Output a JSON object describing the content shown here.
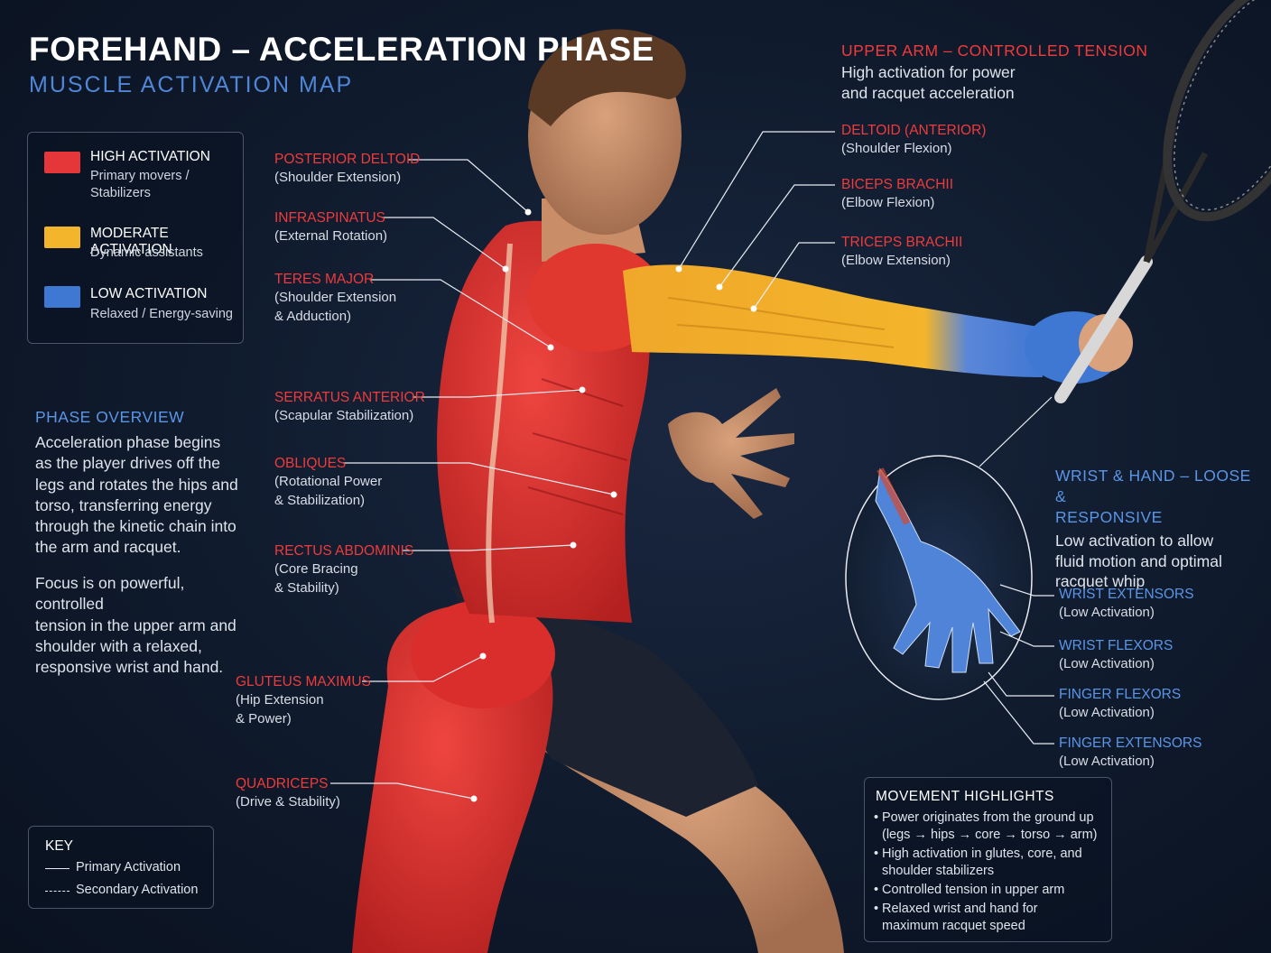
{
  "header": {
    "title": "FOREHAND – ACCELERATION PHASE",
    "subtitle": "MUSCLE ACTIVATION MAP"
  },
  "colors": {
    "high": "#e5373a",
    "moderate": "#f3b52b",
    "low": "#3f78d2",
    "accent_red": "#ef3b3b",
    "accent_blue": "#5b95e6",
    "background": "#0d1626"
  },
  "legend": {
    "items": [
      {
        "title": "HIGH ACTIVATION",
        "desc_line1": "Primary movers /",
        "desc_line2": "Stabilizers"
      },
      {
        "title": "MODERATE ACTIVATION",
        "desc_line1": "Dynamic assistants"
      },
      {
        "title": "LOW ACTIVATION",
        "desc_line1": "Relaxed / Energy-saving"
      }
    ]
  },
  "overview": {
    "heading": "PHASE OVERVIEW",
    "para1": [
      "Acceleration phase begins",
      "as the player drives off the",
      "legs and rotates the hips and",
      "torso, transferring energy",
      "through the kinetic chain into",
      "the arm and racquet."
    ],
    "para2": [
      "Focus is on powerful, controlled",
      "tension in the upper arm and",
      "shoulder with a relaxed,",
      "responsive wrist and hand."
    ]
  },
  "key": {
    "heading": "KEY",
    "primary": "Primary Activation",
    "secondary": "Secondary Activation"
  },
  "left_labels": [
    {
      "name": "POSTERIOR DELTOID",
      "sub": [
        "(Shoulder Extension)"
      ]
    },
    {
      "name": "INFRASPINATUS",
      "sub": [
        "(External Rotation)"
      ]
    },
    {
      "name": "TERES MAJOR",
      "sub": [
        "(Shoulder Extension",
        "& Adduction)"
      ]
    },
    {
      "name": "SERRATUS ANTERIOR",
      "sub": [
        "(Scapular Stabilization)"
      ]
    },
    {
      "name": "OBLIQUES",
      "sub": [
        "(Rotational Power",
        "& Stabilization)"
      ]
    },
    {
      "name": "RECTUS ABDOMINIS",
      "sub": [
        "(Core Bracing",
        "& Stability)"
      ]
    },
    {
      "name": "GLUTEUS MAXIMUS",
      "sub": [
        "(Hip Extension",
        "& Power)"
      ]
    },
    {
      "name": "QUADRICEPS",
      "sub": [
        "(Drive & Stability)"
      ]
    }
  ],
  "upper_arm": {
    "heading": "UPPER ARM – CONTROLLED TENSION",
    "desc": [
      "High activation for power",
      "and racquet acceleration"
    ]
  },
  "right_labels": [
    {
      "name": "DELTOID (ANTERIOR)",
      "sub": "(Shoulder Flexion)"
    },
    {
      "name": "BICEPS BRACHII",
      "sub": "(Elbow Flexion)"
    },
    {
      "name": "TRICEPS BRACHII",
      "sub": "(Elbow Extension)"
    }
  ],
  "wrist": {
    "heading": [
      "WRIST & HAND – LOOSE &",
      "RESPONSIVE"
    ],
    "desc": [
      "Low activation to allow",
      "fluid motion and optimal",
      "racquet whip"
    ],
    "labels": [
      {
        "name": "WRIST EXTENSORS",
        "sub": "(Low Activation)"
      },
      {
        "name": "WRIST FLEXORS",
        "sub": "(Low Activation)"
      },
      {
        "name": "FINGER FLEXORS",
        "sub": "(Low Activation)"
      },
      {
        "name": "FINGER EXTENSORS",
        "sub": "(Low Activation)"
      }
    ]
  },
  "highlights": {
    "heading": "MOVEMENT HIGHLIGHTS",
    "items": [
      [
        "Power originates from the ground up",
        "(legs → hips → core → torso → arm)"
      ],
      [
        "High activation in glutes, core, and",
        "shoulder stabilizers"
      ],
      [
        "Controlled tension in upper arm"
      ],
      [
        "Relaxed wrist and hand for",
        "maximum racquet speed"
      ]
    ]
  }
}
